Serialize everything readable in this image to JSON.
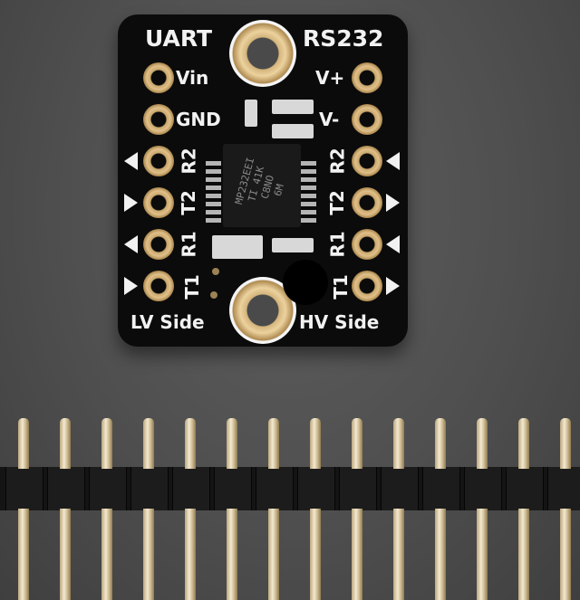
{
  "board": {
    "title_left": "UART",
    "title_right": "RS232",
    "left_side_label": "LV Side",
    "right_side_label": "HV Side",
    "left_pins": [
      "Vin",
      "GND",
      "R2",
      "T2",
      "R1",
      "T1"
    ],
    "right_pins": [
      "V+",
      "V-",
      "R2",
      "T2",
      "R1",
      "T1"
    ],
    "chip_marking": [
      "MP232EEI",
      "TI 41K",
      "C8NO",
      "6M"
    ]
  },
  "colors": {
    "pcb": "#0b0b0b",
    "silkscreen": "#f2f2f2",
    "gold_pad": "#e0c08a",
    "background": "#4f4f4f"
  },
  "header_pin_count": 14
}
